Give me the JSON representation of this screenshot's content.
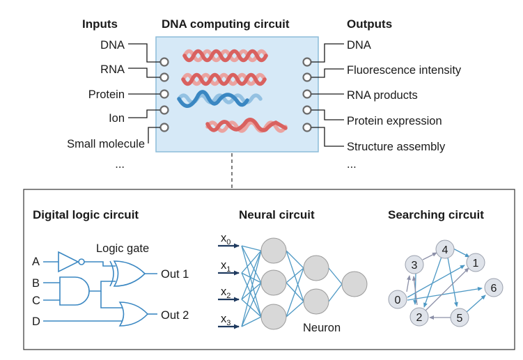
{
  "header": {
    "inputs_title": "Inputs",
    "circuit_title": "DNA computing circuit",
    "outputs_title": "Outputs"
  },
  "inputs": [
    "DNA",
    "RNA",
    "Protein",
    "Ion",
    "Small molecule",
    "..."
  ],
  "outputs": [
    "DNA",
    "Fluorescence intensity",
    "RNA products",
    "Protein expression",
    "Structure assembly",
    "..."
  ],
  "colors": {
    "circuit_fill": "#d6e9f7",
    "circuit_stroke": "#8cbcd9",
    "strand_red": "#d9615f",
    "strand_red_light": "#eba3a0",
    "strand_blue": "#3a87c2",
    "strand_blue_light": "#93c1e2",
    "port_stroke": "#6b6b6b",
    "network_line": "#4d98c4",
    "neuron_fill": "#d8d8d8",
    "search_node_fill": "#dfe3ea",
    "search_arrow_gray": "#8c90a8"
  },
  "panels": {
    "digital": {
      "title": "Digital logic circuit",
      "logic_gate_label": "Logic gate",
      "input_labels": [
        "A",
        "B",
        "C",
        "D"
      ],
      "outputs": [
        "Out 1",
        "Out 2"
      ]
    },
    "neural": {
      "title": "Neural circuit",
      "inputs": [
        {
          "base": "x",
          "sub": "0"
        },
        {
          "base": "x",
          "sub": "1"
        },
        {
          "base": "x",
          "sub": "2"
        },
        {
          "base": "x",
          "sub": "3"
        }
      ],
      "neuron_label": "Neuron"
    },
    "searching": {
      "title": "Searching circuit",
      "nodes": [
        "0",
        "1",
        "2",
        "3",
        "4",
        "5",
        "6"
      ]
    }
  }
}
